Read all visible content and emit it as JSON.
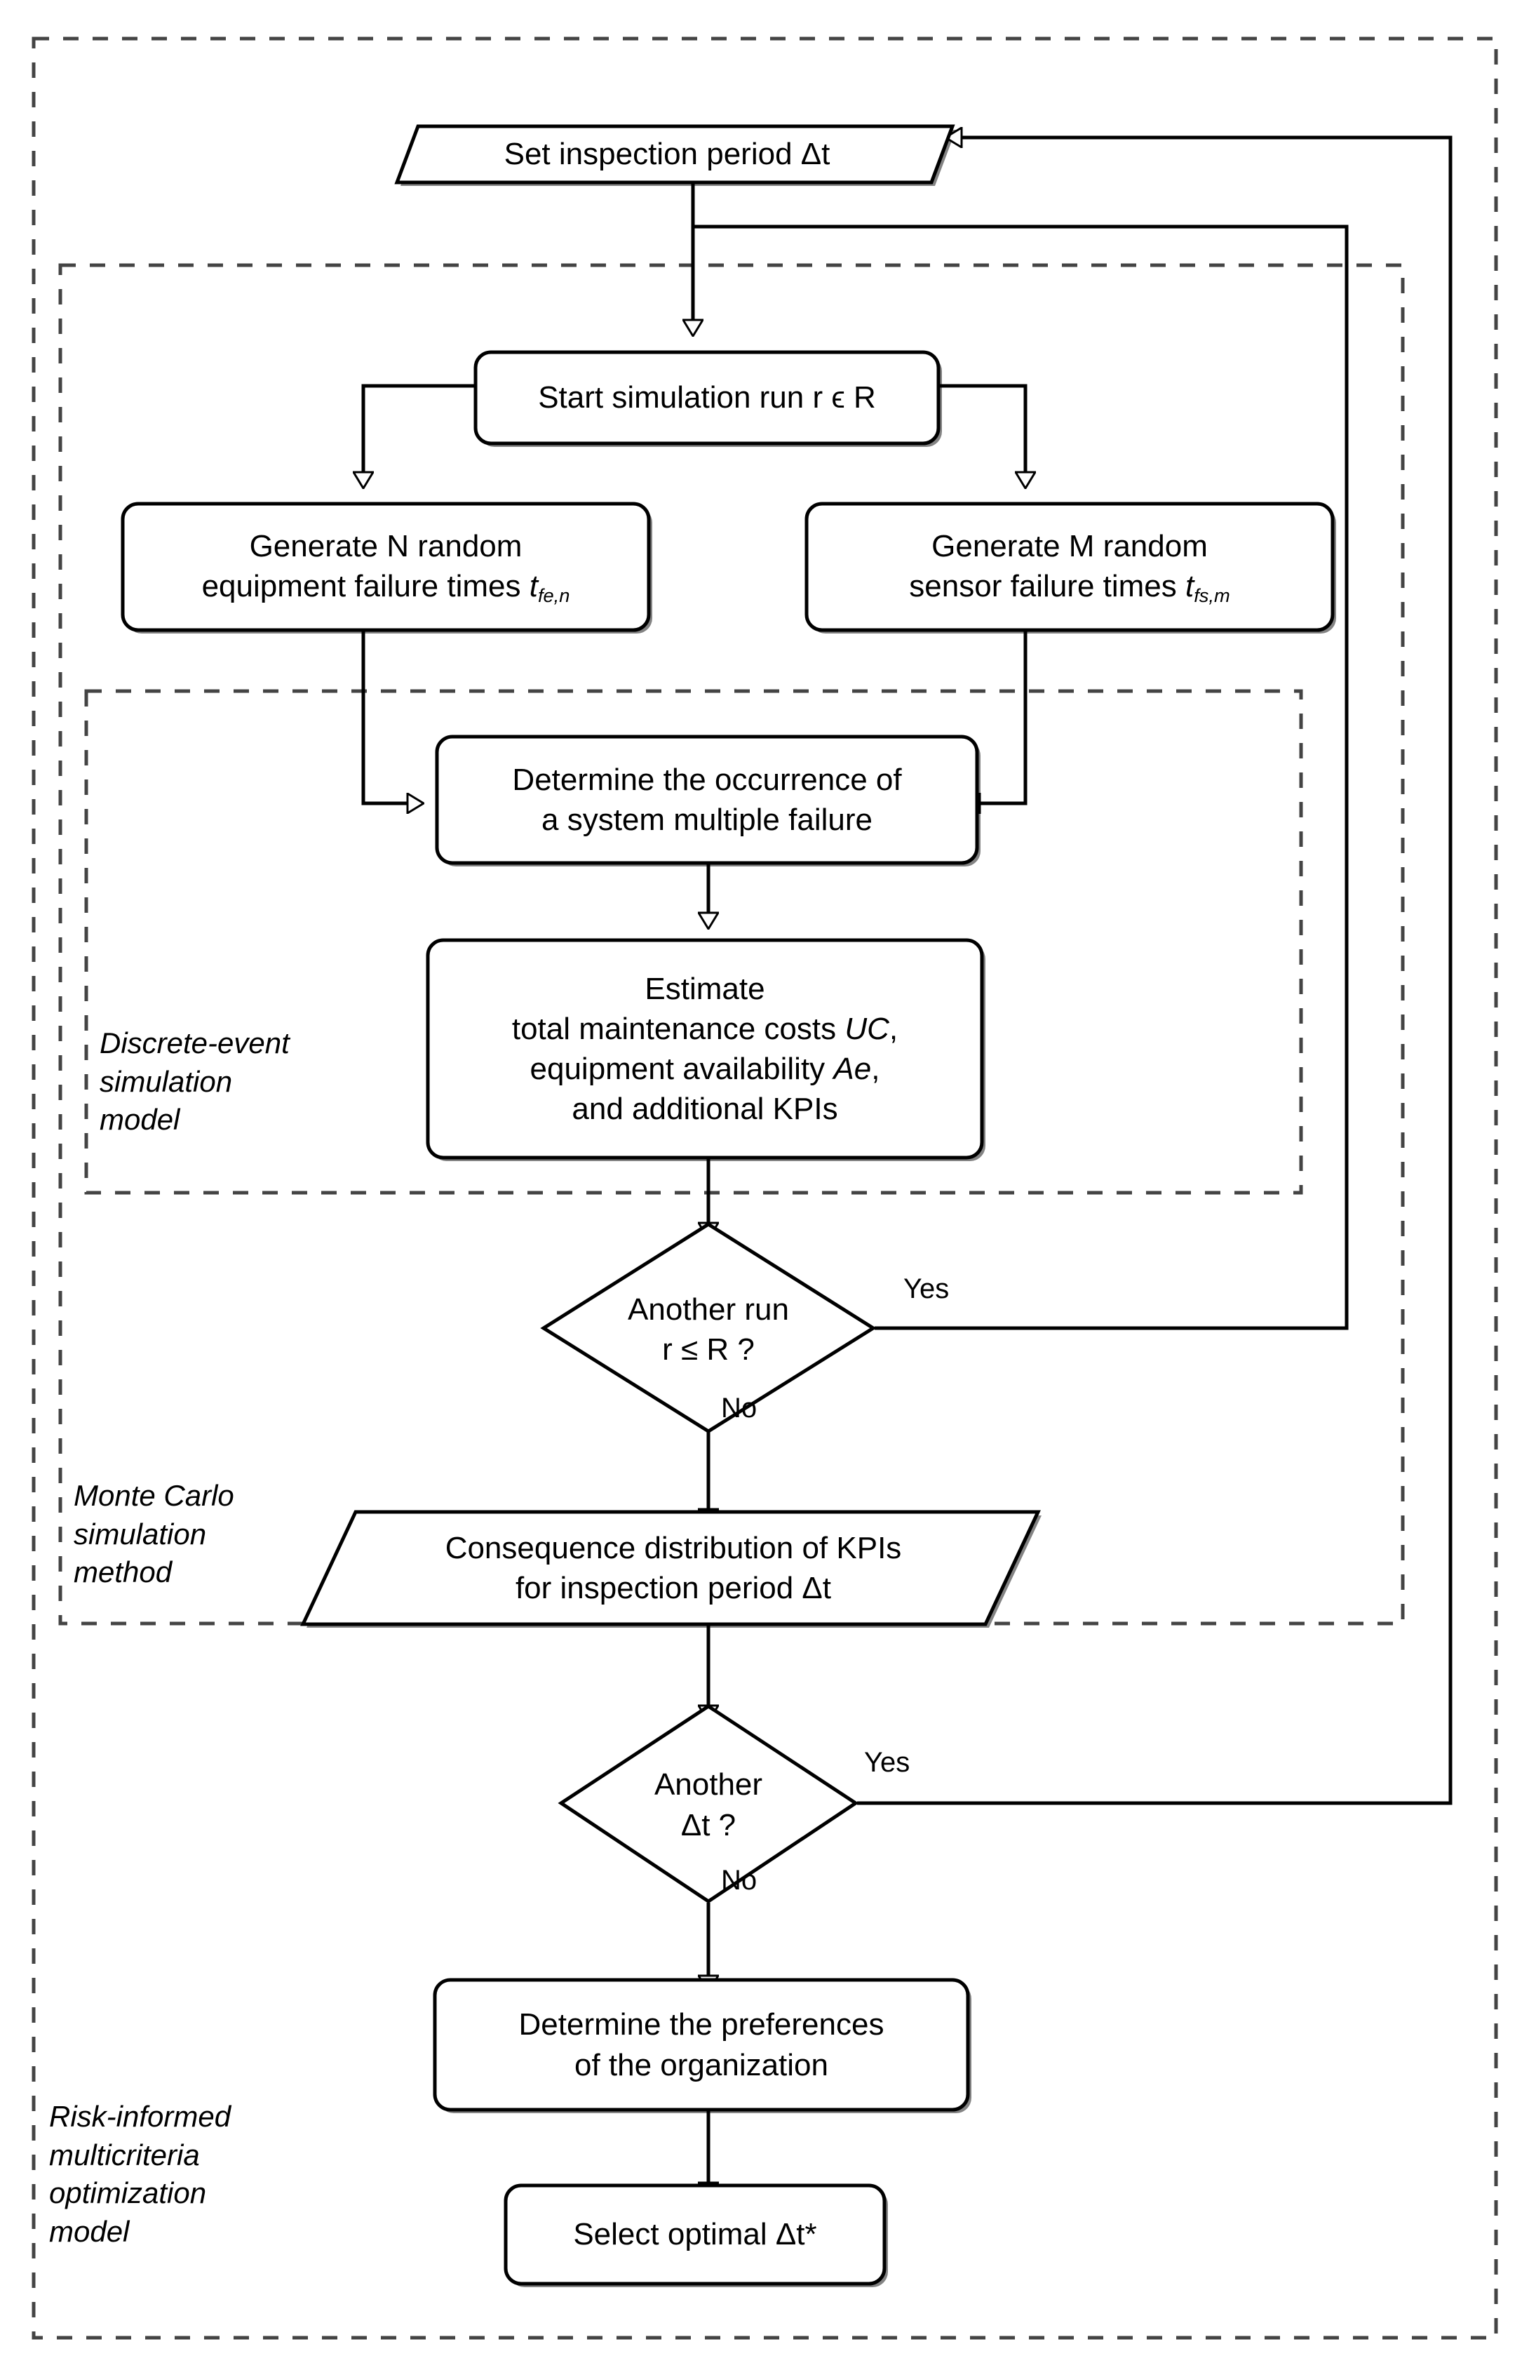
{
  "diagram": {
    "title": "Risk-informed multicriteria maintenance optimization flowchart",
    "colors": {
      "stroke": "#000000",
      "shadow": "#666666",
      "background": "#ffffff",
      "dashed_border": "#444444"
    }
  },
  "nodes": {
    "set_inspection_period": {
      "label": "Set inspection period Δt",
      "shape": "parallelogram"
    },
    "start_simulation_run": {
      "label": "Start simulation run r ϵ R",
      "shape": "rounded-rect"
    },
    "generate_equipment_failures": {
      "line1": "Generate N random",
      "line2_pre": "equipment failure times ",
      "line2_var": "t",
      "line2_sub": "fe,n",
      "shape": "rounded-rect"
    },
    "generate_sensor_failures": {
      "line1": "Generate M random",
      "line2_pre": "sensor failure times ",
      "line2_var": "t",
      "line2_sub": "fs,m",
      "shape": "rounded-rect"
    },
    "determine_multiple_failure": {
      "line1": "Determine the occurrence of",
      "line2": "a system multiple failure",
      "shape": "rounded-rect"
    },
    "estimate_kpis": {
      "line1": "Estimate",
      "line2_pre": "total maintenance costs ",
      "line2_var": "UC",
      "line2_post": ",",
      "line3_pre": "equipment availability ",
      "line3_var": "Ae",
      "line3_post": ",",
      "line4": "and additional KPIs",
      "shape": "rounded-rect"
    },
    "another_run_decision": {
      "line1": "Another run",
      "line2": "r ≤ R ?",
      "shape": "diamond"
    },
    "consequence_distribution": {
      "line1": "Consequence distribution of KPIs",
      "line2": "for inspection period Δt",
      "shape": "parallelogram"
    },
    "another_dt_decision": {
      "line1": "Another",
      "line2": "Δt ?",
      "shape": "diamond"
    },
    "determine_preferences": {
      "line1": "Determine the preferences",
      "line2": "of the organization",
      "shape": "rounded-rect"
    },
    "select_optimal_dt": {
      "label": "Select optimal Δt*",
      "shape": "rounded-rect"
    }
  },
  "edge_labels": {
    "run_yes": "Yes",
    "run_no": "No",
    "dt_yes": "Yes",
    "dt_no": "No"
  },
  "group_labels": {
    "discrete_event": "Discrete-event\nsimulation\nmodel",
    "monte_carlo": "Monte Carlo\nsimulation\nmethod",
    "risk_informed": "Risk-informed\nmulticriteria\noptimization\nmodel"
  }
}
